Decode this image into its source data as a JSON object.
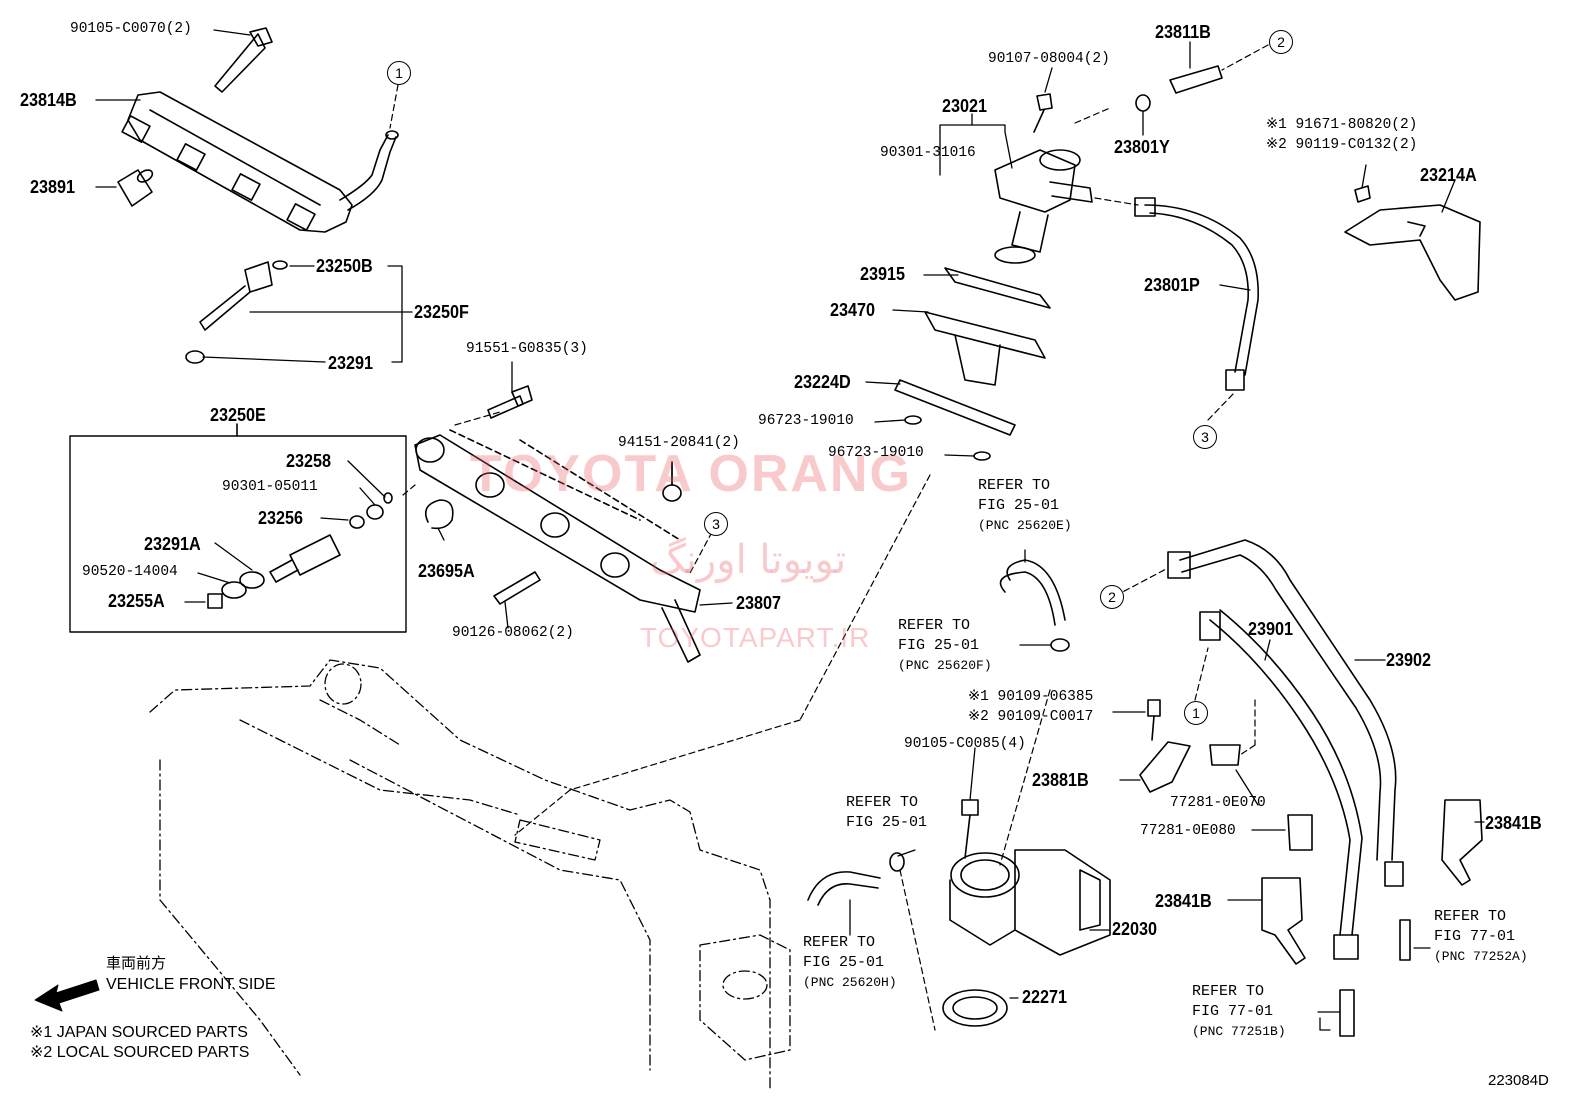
{
  "watermark": {
    "brand": "TOYOTA ORANG",
    "brand_fa": "تویوتا اورنگ",
    "url": "TOYOTAPART.IR"
  },
  "parts": {
    "p90105_C0070": "90105-C0070(2)",
    "p23814B": "23814B",
    "p23891": "23891",
    "p23250B": "23250B",
    "p23250F": "23250F",
    "p23291": "23291",
    "p23250E": "23250E",
    "p23258": "23258",
    "p90301_05011": "90301-05011",
    "p23256": "23256",
    "p23291A": "23291A",
    "p90520_14004": "90520-14004",
    "p23255A": "23255A",
    "p91551_G0835": "91551-G0835(3)",
    "p23695A": "23695A",
    "p90126_08062": "90126-08062(2)",
    "p94151_20841": "94151-20841(2)",
    "p23807": "23807",
    "p90107_08004": "90107-08004(2)",
    "p23021": "23021",
    "p90301_31016": "90301-31016",
    "p23811B": "23811B",
    "p23801Y": "23801Y",
    "p23915": "23915",
    "p23470": "23470",
    "p23801P": "23801P",
    "p23224D": "23224D",
    "p96723_19010_a": "96723-19010",
    "p96723_19010_b": "96723-19010",
    "p91671_80820": "※1 91671-80820(2)",
    "p90119_C0132": "※2 90119-C0132(2)",
    "p23214A": "23214A",
    "p23901": "23901",
    "p23902": "23902",
    "p90109_06385": "※1 90109-06385",
    "p90109_C0017": "※2 90109-C0017",
    "p90105_C0085": "90105-C0085(4)",
    "p23881B": "23881B",
    "p77281_0E070": "77281-0E070",
    "p77281_0E080": "77281-0E080",
    "p23841B_a": "23841B",
    "p23841B_b": "23841B",
    "p22030": "22030",
    "p22271": "22271"
  },
  "refs": {
    "r1": {
      "line1": "REFER TO",
      "line2": "FIG 25-01",
      "pnc": "(PNC 25620E)"
    },
    "r2": {
      "line1": "REFER TO",
      "line2": "FIG 25-01",
      "pnc": "(PNC 25620F)"
    },
    "r3": {
      "line1": "REFER TO",
      "line2": "FIG 25-01"
    },
    "r4": {
      "line1": "REFER TO",
      "line2": "FIG 25-01",
      "pnc": "(PNC 25620H)"
    },
    "r5": {
      "line1": "REFER TO",
      "line2": "FIG 77-01",
      "pnc": "(PNC 77252A)"
    },
    "r6": {
      "line1": "REFER TO",
      "line2": "FIG 77-01",
      "pnc": "(PNC 77251B)"
    }
  },
  "circles": {
    "c1": "1",
    "c2": "2",
    "c3": "3"
  },
  "notes": {
    "direction_jp": "車両前方",
    "direction_en": "VEHICLE FRONT SIDE",
    "japan": "※1 JAPAN SOURCED PARTS",
    "local": "※2 LOCAL SOURCED PARTS",
    "fig_id": "223084D"
  }
}
